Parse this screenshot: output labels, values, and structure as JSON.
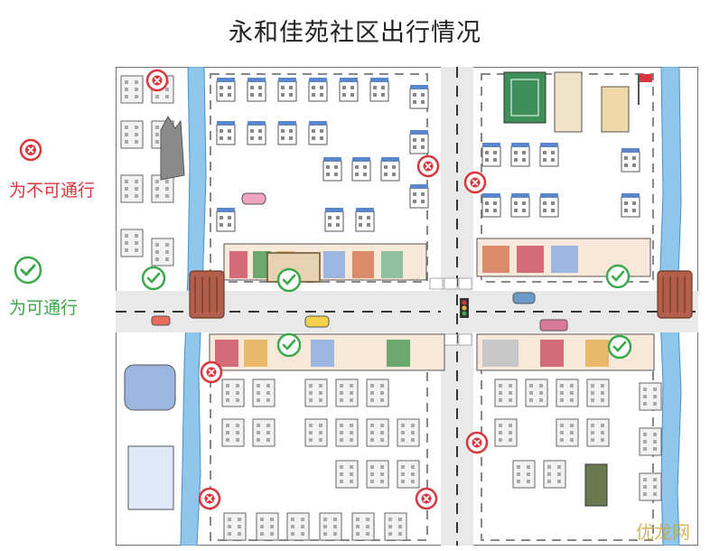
{
  "title": "永和佳苑社区出行情况",
  "legend": {
    "blocked_label": "为不可通行",
    "open_label": "为可通行"
  },
  "colors": {
    "blocked": "#d9363e",
    "open": "#3ba84a",
    "river": "#8fc6ea",
    "road": "#e6e6e6",
    "roof": "#5b86c9"
  },
  "watermark": "优龙网"
}
